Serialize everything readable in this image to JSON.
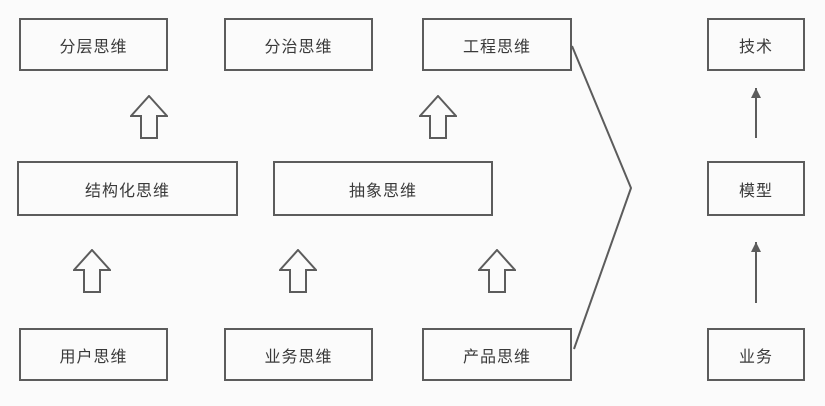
{
  "diagram": {
    "boxes": {
      "layered": {
        "label": "分层思维"
      },
      "divide": {
        "label": "分治思维"
      },
      "engineering": {
        "label": "工程思维"
      },
      "structured": {
        "label": "结构化思维"
      },
      "abstract": {
        "label": "抽象思维"
      },
      "user": {
        "label": "用户思维"
      },
      "business_thinking": {
        "label": "业务思维"
      },
      "product": {
        "label": "产品思维"
      },
      "technology": {
        "label": "技术"
      },
      "model": {
        "label": "模型"
      },
      "business": {
        "label": "业务"
      }
    },
    "connections": [
      {
        "from": "用户思维",
        "to": "结构化思维",
        "style": "hollow-up-arrow"
      },
      {
        "from": "业务思维",
        "to": "结构化思维",
        "style": "hollow-up-arrow"
      },
      {
        "from": "产品思维",
        "to": "抽象思维",
        "style": "hollow-up-arrow"
      },
      {
        "from": "结构化思维",
        "to": "分层思维",
        "style": "hollow-up-arrow"
      },
      {
        "from": "抽象思维",
        "to": "工程思维",
        "style": "hollow-up-arrow"
      },
      {
        "from": "工程思维/产品思维",
        "to": "right-column",
        "style": "chevron-merge"
      },
      {
        "from": "业务",
        "to": "模型",
        "style": "thin-arrow"
      },
      {
        "from": "模型",
        "to": "技术",
        "style": "thin-arrow"
      }
    ],
    "colors": {
      "stroke": "#5c5c5c",
      "text": "#3a3a3a",
      "background": "#fbfbfb"
    }
  }
}
